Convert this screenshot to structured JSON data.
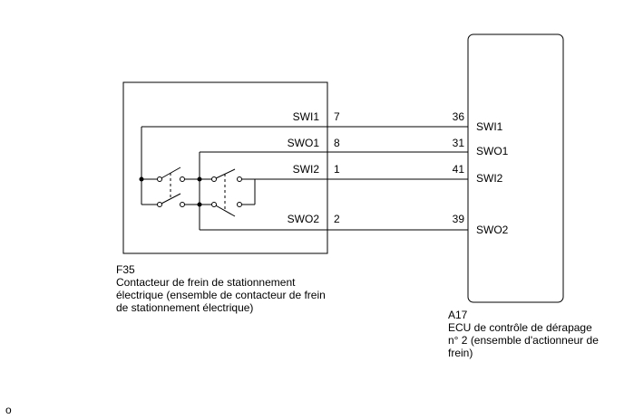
{
  "switch_unit": {
    "code": "F35",
    "description": "Contacteur de frein de stationnement électrique (ensemble de contacteur de frein de stationnement électrique)"
  },
  "ecu": {
    "code": "A17",
    "description": "ECU de contrôle de dérapage n° 2 (ensemble d'actionneur de frein)"
  },
  "connections": [
    {
      "signal": "SWI1",
      "f35_pin": "7",
      "a17_pin": "36",
      "ecu_signal": "SWI1"
    },
    {
      "signal": "SWO1",
      "f35_pin": "8",
      "a17_pin": "31",
      "ecu_signal": "SWO1"
    },
    {
      "signal": "SWI2",
      "f35_pin": "1",
      "a17_pin": "41",
      "ecu_signal": "SWI2"
    },
    {
      "signal": "SWO2",
      "f35_pin": "2",
      "a17_pin": "39",
      "ecu_signal": "SWO2"
    }
  ],
  "corner_mark": "o"
}
